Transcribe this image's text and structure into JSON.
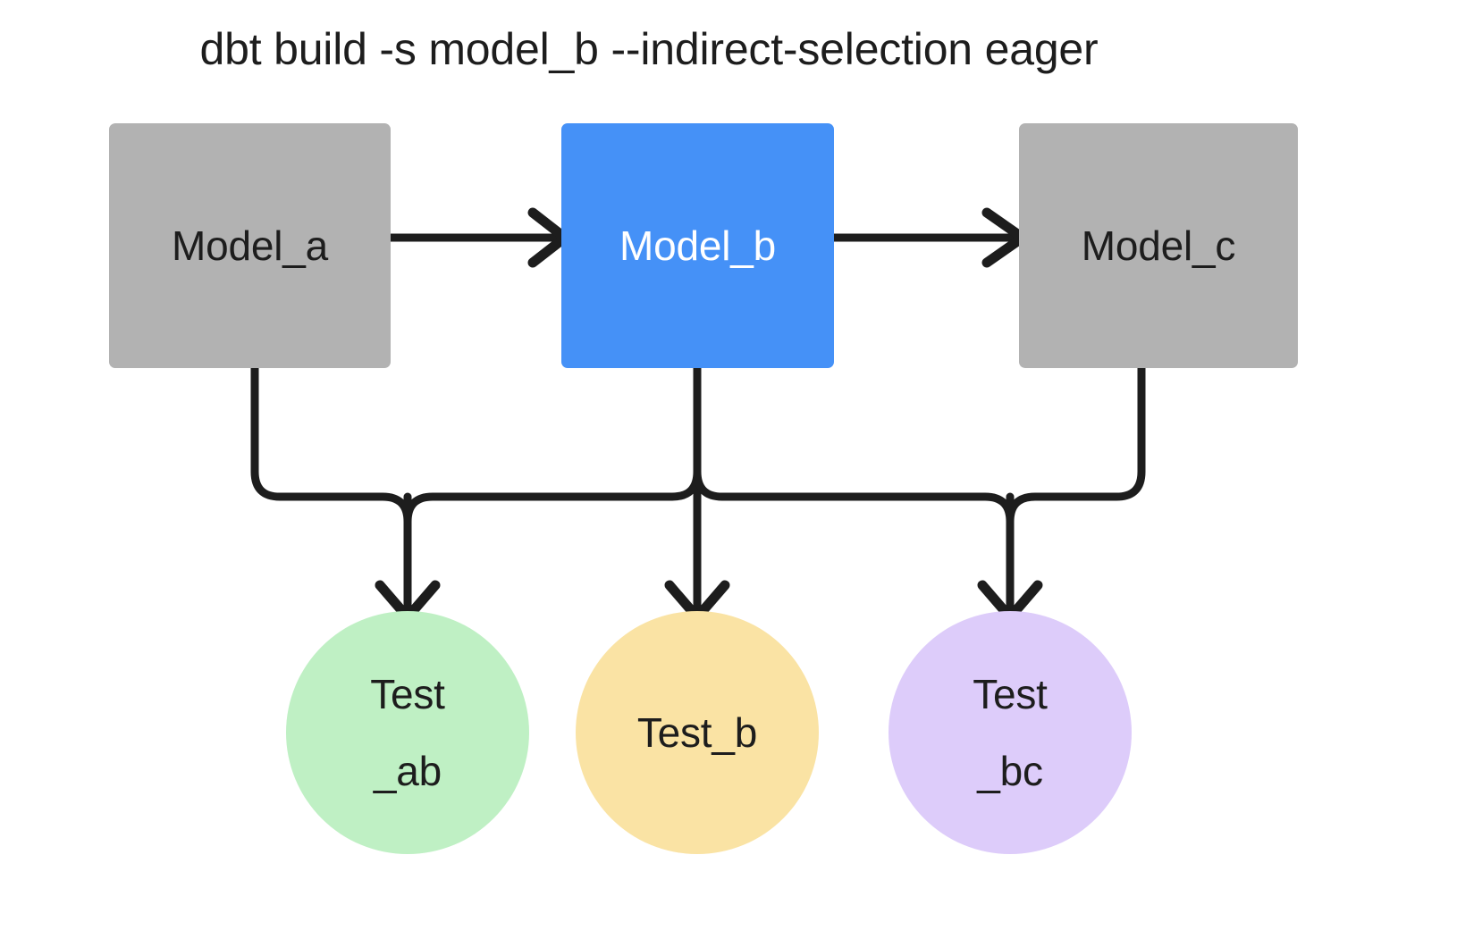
{
  "diagram": {
    "title": "dbt build -s model_b --indirect-selection eager",
    "background": "#ffffff",
    "edge_color": "#1d1d1d"
  },
  "models": [
    {
      "id": "model_a",
      "label": "Model_a",
      "fill": "#b2b2b2",
      "text_color": "#1d1d1d",
      "selected": false
    },
    {
      "id": "model_b",
      "label": "Model_b",
      "fill": "#4591f7",
      "text_color": "#ffffff",
      "selected": true
    },
    {
      "id": "model_c",
      "label": "Model_c",
      "fill": "#b2b2b2",
      "text_color": "#1d1d1d",
      "selected": false
    }
  ],
  "tests": [
    {
      "id": "test_ab",
      "label": "Test\n_ab",
      "fill": "#bff0c4",
      "text_color": "#1d1d1d"
    },
    {
      "id": "test_b",
      "label": "Test_b",
      "fill": "#fae3a4",
      "text_color": "#1d1d1d"
    },
    {
      "id": "test_bc",
      "label": "Test\n_bc",
      "fill": "#ddccfa",
      "text_color": "#1d1d1d"
    }
  ],
  "edges": [
    {
      "id": "model_a-to-model_b",
      "from": "model_a",
      "to": "model_b",
      "kind": "arrow-right"
    },
    {
      "id": "model_b-to-model_c",
      "from": "model_b",
      "to": "model_c",
      "kind": "arrow-right"
    },
    {
      "id": "model_a-to-test_ab",
      "from": "model_a",
      "to": "test_ab",
      "kind": "elbow-down"
    },
    {
      "id": "model_b-to-test_ab",
      "from": "model_b",
      "to": "test_ab",
      "kind": "elbow-down"
    },
    {
      "id": "model_b-to-test_b",
      "from": "model_b",
      "to": "test_b",
      "kind": "straight-down"
    },
    {
      "id": "model_b-to-test_bc",
      "from": "model_b",
      "to": "test_bc",
      "kind": "elbow-down"
    },
    {
      "id": "model_c-to-test_bc",
      "from": "model_c",
      "to": "test_bc",
      "kind": "elbow-down"
    }
  ]
}
